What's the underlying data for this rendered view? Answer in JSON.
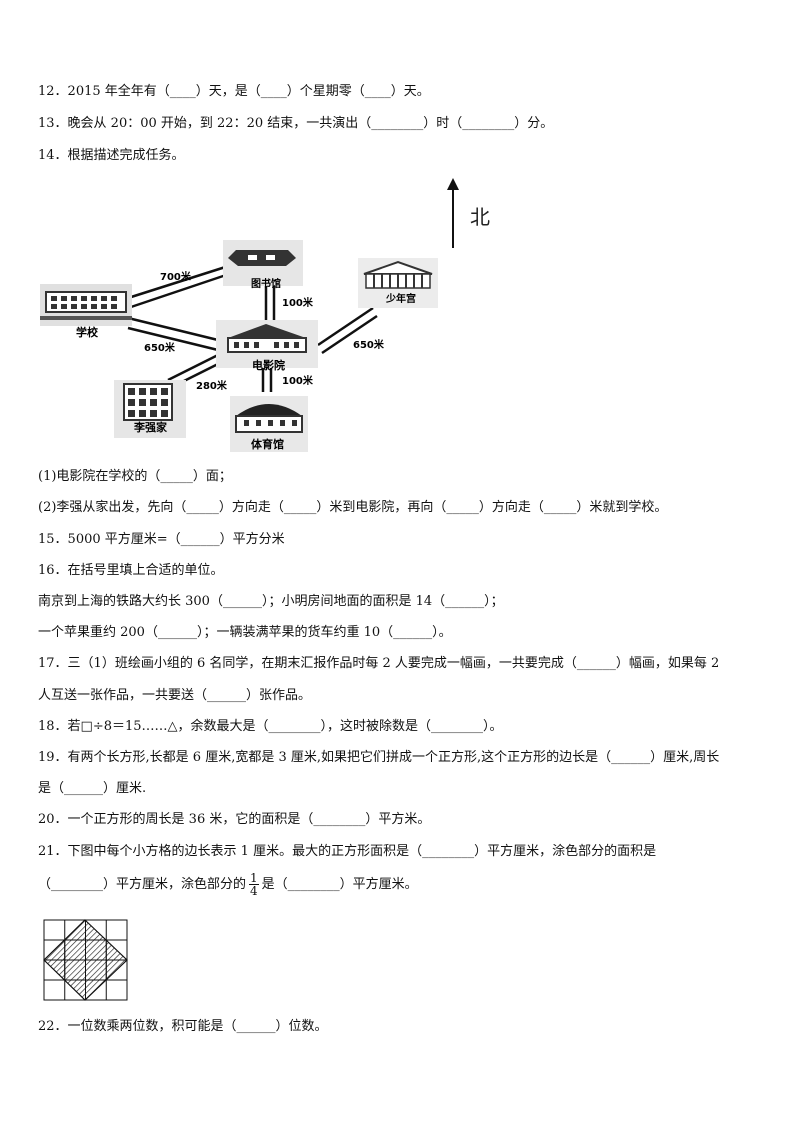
{
  "q12": "12．2015 年全年有（____）天，是（____）个星期零（____）天。",
  "q13": "13．晚会从 20：00 开始，到 22：20 结束，一共演出（________）时（________）分。",
  "q14": "14．根据描述完成任务。",
  "map": {
    "north": "北",
    "library": "图书馆",
    "school": "学校",
    "cinema": "电影院",
    "youth_palace": "少年宫",
    "lijia": "李强家",
    "gym": "体育馆",
    "d_school_library": "700米",
    "d_library_cinema": "100米",
    "d_school_cinema": "650米",
    "d_cinema_youth": "650米",
    "d_lijia_cinema": "280米",
    "d_cinema_gym": "100米"
  },
  "q14_1": "(1)电影院在学校的（_____）面；",
  "q14_2": "(2)李强从家出发，先向（_____）方向走（_____）米到电影院，再向（_____）方向走（_____）米就到学校。",
  "q15": "15．5000 平方厘米=（______）平方分米",
  "q16": "16．在括号里填上合适的单位。",
  "q16_a": "南京到上海的铁路大约长 300（______）；小明房间地面的面积是 14（______）；",
  "q16_b": "一个苹果重约 200（______）；一辆装满苹果的货车约重 10（______）。",
  "q17_a": "17．三（1）班绘画小组的 6 名同学，在期末汇报作品时每 2 人要完成一幅画，一共要完成（______）幅画，如果每 2",
  "q17_b": "人互送一张作品，一共要送（______）张作品。",
  "q18": "18．若□÷8＝15……△，余数最大是（________），这时被除数是（________）。",
  "q19_a": "19．有两个长方形,长都是 6 厘米,宽都是 3 厘米,如果把它们拼成一个正方形,这个正方形的边长是（______）厘米,周长",
  "q19_b": "是（______）厘米.",
  "q20": "20．一个正方形的周长是 36 米，它的面积是（________）平方米。",
  "q21_a": "21．下图中每个小方格的边长表示 1 厘米。最大的正方形面积是（________）平方厘米，涂色部分的面积是",
  "q21_b1": "（________）平方厘米，涂色部分的",
  "q21_frac_num": "1",
  "q21_frac_den": "4",
  "q21_b2": "是（________）平方厘米。",
  "q22": "22．一位数乘两位数，积可能是（______）位数。"
}
